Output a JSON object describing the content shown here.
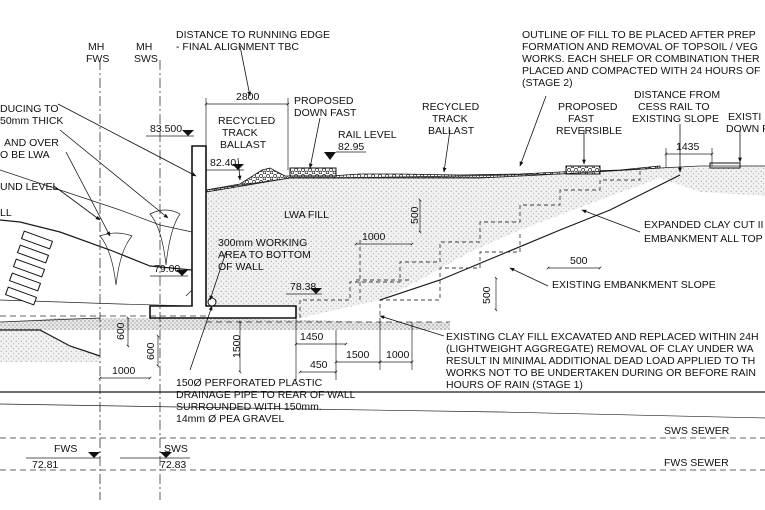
{
  "labels": {
    "mh_fws_1": "MH",
    "mh_fws_2": "FWS",
    "mh_sws_1": "MH",
    "mh_sws_2": "SWS",
    "dist_running_1": "DISTANCE TO RUNNING EDGE",
    "dist_running_2": "- FINAL ALIGNMENT TBC",
    "dim_2800": "2800",
    "lvl_83500": "83.500",
    "recycled_1_a": "RECYCLED",
    "recycled_1_b": "TRACK",
    "recycled_1_c": "BALLAST",
    "proposed_down_1": "PROPOSED",
    "proposed_down_2": "DOWN FAST",
    "rail_level": "RAIL LEVEL",
    "rail_val": "82.95",
    "lvl_8240": "82.40",
    "recycled_2_a": "RECYCLED",
    "recycled_2_b": "TRACK",
    "recycled_2_c": "BALLAST",
    "proposed_up_1": "PROPOSED",
    "proposed_up_2": "FAST",
    "proposed_up_3": "REVERSIBLE",
    "outline_1": "OUTLINE OF FILL TO BE PLACED AFTER PREP",
    "outline_2": "FORMATION AND REMOVAL OF TOPSOIL / VEG",
    "outline_3": "WORKS. EACH SHELF OR COMBINATION THER",
    "outline_4": "PLACED AND COMPACTED WITH 24 HOURS OF",
    "outline_5": "(STAGE 2)",
    "distcess_1": "DISTANCE FROM",
    "distcess_2": "CESS RAIL TO",
    "distcess_3": "EXISTING SLOPE",
    "exist_down_1": "EXISTI",
    "exist_down_2": "DOWN F",
    "dim_1435": "1435",
    "left_1": "DUCING TO",
    "left_2": "50mm THICK",
    "left_3": "AND OVER",
    "left_4": "O BE LWA",
    "left_5": "UND LEVEL",
    "left_6": "LL",
    "lwa_fill": "LWA FILL",
    "dim_500_a": "500",
    "dim_1000_a": "1000",
    "working_1": "300mm WORKING",
    "working_2": "AREA TO BOTTOM",
    "working_3": "OF WALL",
    "lvl_7900": "79.00",
    "lvl_7838": "78.38",
    "dim_500_b": "500",
    "dim_500_c": "500",
    "expanded_1": "EXPANDED CLAY CUT II",
    "expanded_2": "EMBANKMENT ALL TOP",
    "exist_slope": "EXISTING EMBANKMENT SLOPE",
    "dim_1450": "1450",
    "dim_1500_a": "1500",
    "dim_1500_b": "1500",
    "dim_1000_b": "1000",
    "dim_450": "450",
    "dim_600_a": "600",
    "dim_600_b": "600",
    "dim_1000_c": "1000",
    "existing_clay_1": "EXISTING CLAY FILL EXCAVATED AND REPLACED WITHIN 24H",
    "existing_clay_2": "(LIGHTWEIGHT AGGREGATE) REMOVAL OF CLAY UNDER WA",
    "existing_clay_3": "RESULT IN MINIMAL ADDITIONAL DEAD LOAD APPLIED TO TH",
    "existing_clay_4": "WORKS NOT TO BE UNDERTAKEN DURING OR BEFORE RAIN",
    "existing_clay_5": "HOURS OF RAIN (STAGE 1)",
    "drain_1": "150Ø PERFORATED PLASTIC",
    "drain_2": "DRAINAGE PIPE TO REAR OF WALL",
    "drain_3": "SURROUNDED WITH 150mm.",
    "drain_4": "14mm Ø PEA GRAVEL",
    "sws_sewer": "SWS SEWER",
    "fws_sewer": "FWS SEWER",
    "fws_lbl": "FWS",
    "fws_val": "72.81",
    "sws_lbl": "SWS",
    "sws_val": "72.83"
  }
}
